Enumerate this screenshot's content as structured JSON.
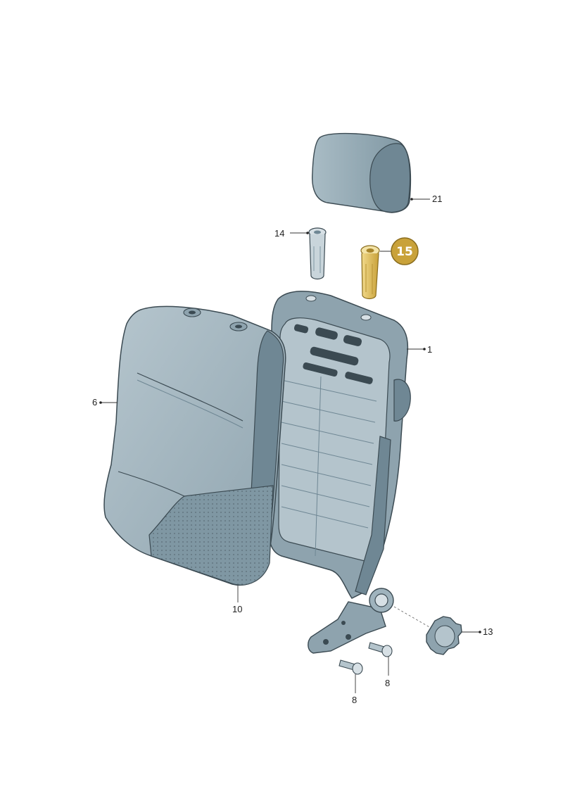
{
  "callouts": {
    "c21": "21",
    "c14": "14",
    "c15": "15",
    "c1": "1",
    "c6": "6",
    "c10": "10",
    "c13": "13",
    "c8a": "8",
    "c8b": "8"
  },
  "highlight": {
    "part": "15",
    "color": "#c9a23a"
  },
  "colors": {
    "cover": "#9fb3bd",
    "cover_dark": "#6f8794",
    "frame": "#7f97a3",
    "outline": "#3b4a52"
  }
}
